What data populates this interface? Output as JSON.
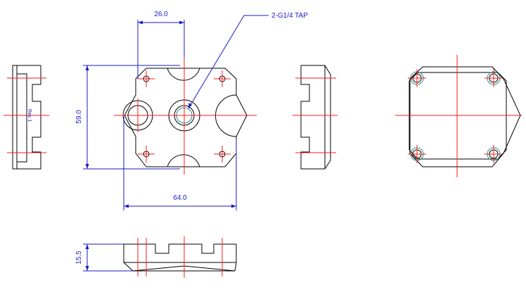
{
  "dimensions": {
    "hole_spacing": "26.0",
    "height": "59.0",
    "width": "64.0",
    "thickness": "15.5"
  },
  "callout": {
    "tap": "2-G1/4 TAP"
  },
  "side_note": "Rev 1",
  "colors": {
    "outline": "#000000",
    "centerline": "#ff1a1a",
    "dimension": "#1a1ac8",
    "hole": "#2a8a8a"
  }
}
